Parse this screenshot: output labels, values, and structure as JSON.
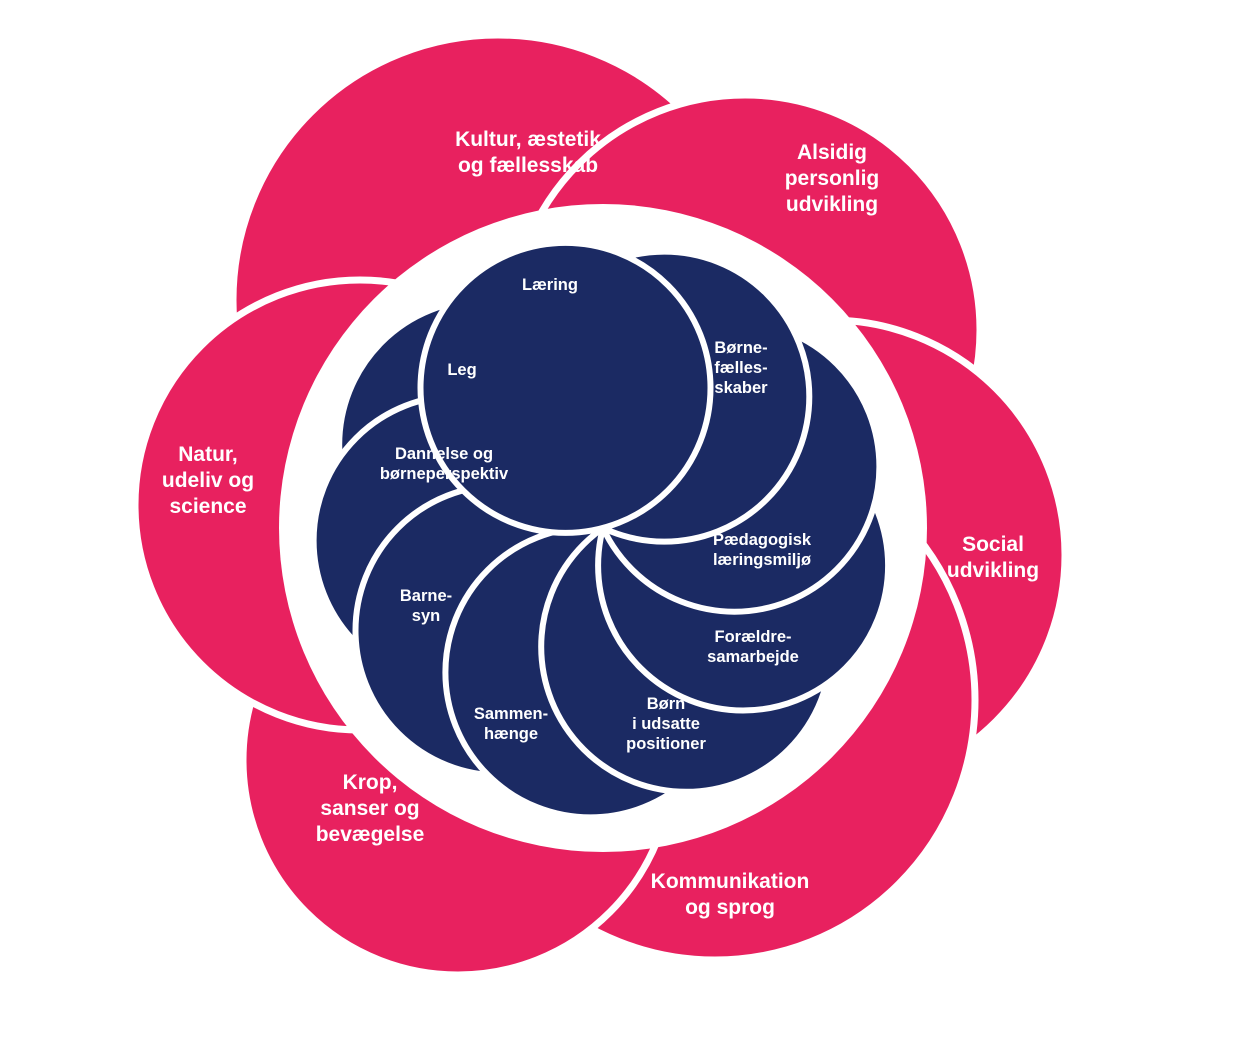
{
  "colors": {
    "outer_fill": "#e8215f",
    "inner_fill": "#1b2a63",
    "background": "#ffffff"
  },
  "outer_petals": [
    {
      "name": "kultur",
      "lines": [
        "Kultur, æstetik",
        "og fællesskab"
      ]
    },
    {
      "name": "alsidig",
      "lines": [
        "Alsidig",
        "personlig",
        "udvikling"
      ]
    },
    {
      "name": "social",
      "lines": [
        "Social",
        "udvikling"
      ]
    },
    {
      "name": "kommunikation",
      "lines": [
        "Kommunikation",
        "og sprog"
      ]
    },
    {
      "name": "krop",
      "lines": [
        "Krop,",
        "sanser og",
        "bevægelse"
      ]
    },
    {
      "name": "natur",
      "lines": [
        "Natur,",
        "udeliv og",
        "science"
      ]
    }
  ],
  "inner_blades": [
    {
      "name": "laering",
      "lines": [
        "Læring"
      ]
    },
    {
      "name": "bornefaellesskaber",
      "lines": [
        "Børne-",
        "fælles-",
        "skaber"
      ]
    },
    {
      "name": "paedagogisk",
      "lines": [
        "Pædagogisk",
        "læringsmiljø"
      ]
    },
    {
      "name": "foraeldresamarbejde",
      "lines": [
        "Forældre-",
        "samarbejde"
      ]
    },
    {
      "name": "born-udsatte",
      "lines": [
        "Børn",
        "i udsatte",
        "positioner"
      ]
    },
    {
      "name": "sammenhaenge",
      "lines": [
        "Sammen-",
        "hænge"
      ]
    },
    {
      "name": "barnesyn",
      "lines": [
        "Barne-",
        "syn"
      ]
    },
    {
      "name": "dannelse",
      "lines": [
        "Dannelse og",
        "børneperspektiv"
      ]
    },
    {
      "name": "leg",
      "lines": [
        "Leg"
      ]
    }
  ]
}
